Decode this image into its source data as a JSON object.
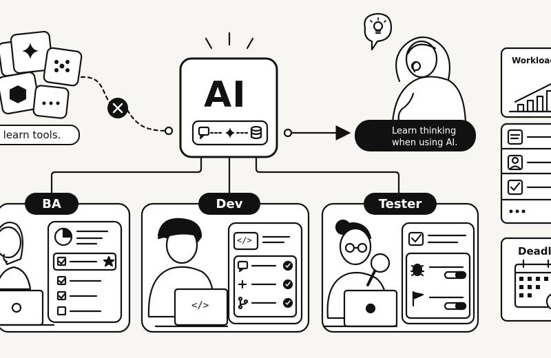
{
  "center": {
    "title": "AI"
  },
  "left_note": {
    "text": "t learn tools."
  },
  "right_note": {
    "line1": "Learn thinking",
    "line2": "when using AI."
  },
  "roles": [
    {
      "label": "BA"
    },
    {
      "label": "Dev"
    },
    {
      "label": "Tester"
    }
  ],
  "right_panel": {
    "workload_label": "Workload",
    "deadline_label": "Deadlin"
  },
  "icons": {
    "code_icon": "</>"
  },
  "colors": {
    "ink": "#111111",
    "paper": "#f7f6f2",
    "card": "#ffffff"
  }
}
